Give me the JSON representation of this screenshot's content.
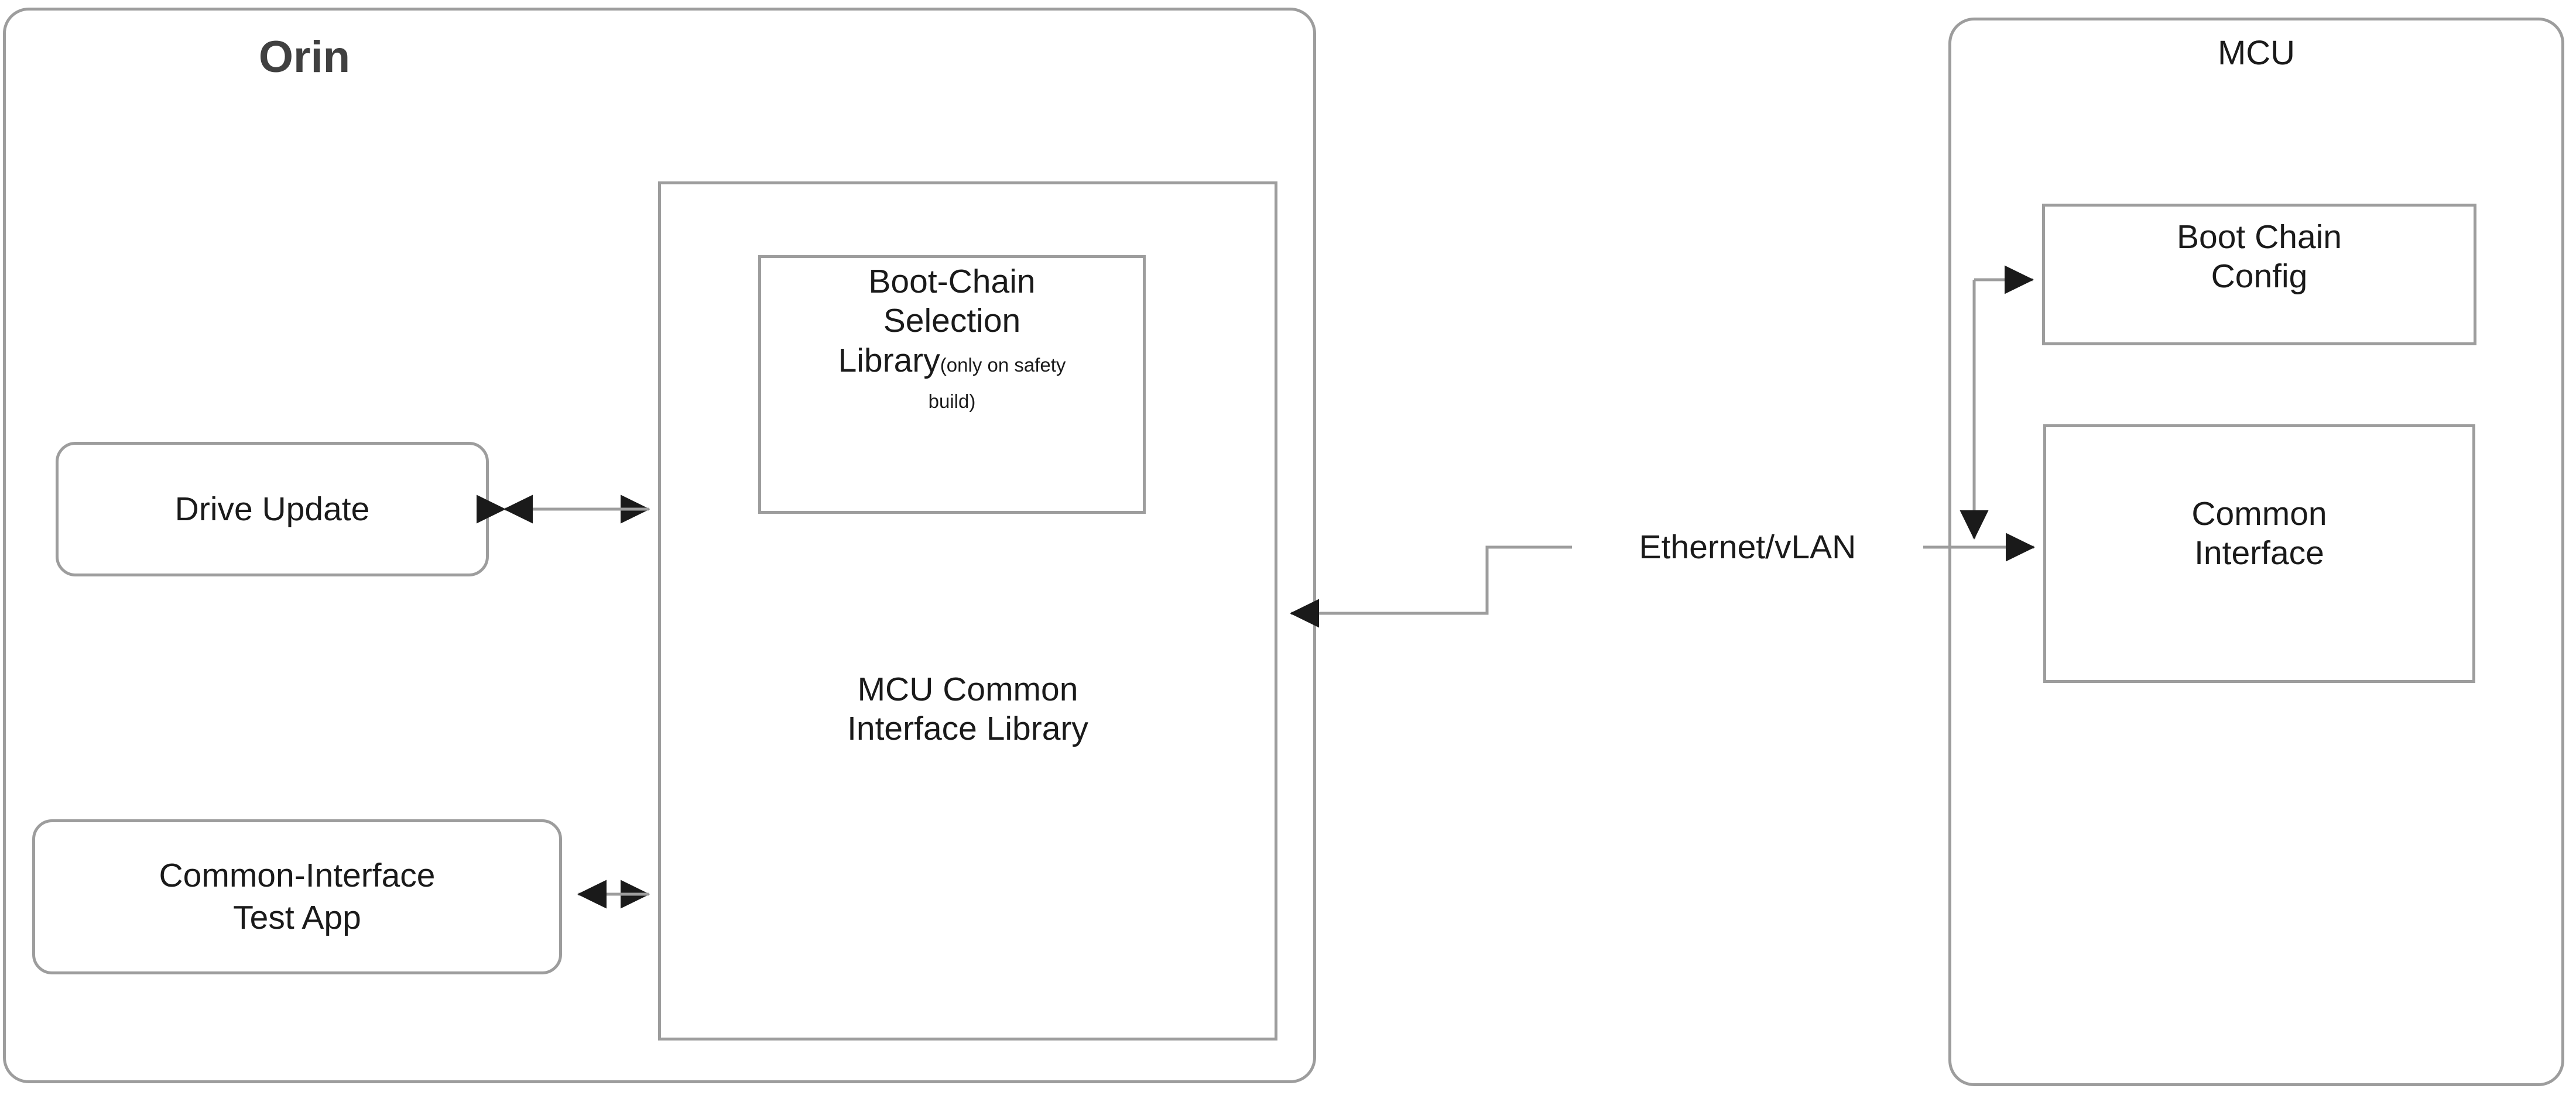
{
  "diagram": {
    "title": "Orin and MCU Common Interface block diagram",
    "line_color": "#9d9d9d",
    "arrow_color": "#1a1a1a",
    "text_color": "#1a1a1a",
    "title_color": "#404040",
    "background": "#ffffff"
  },
  "orin": {
    "title": "Orin",
    "library_box": {
      "label_line1": "MCU Common",
      "label_line2": "Interface Library"
    },
    "boot_chain_selection": {
      "line1": "Boot-Chain",
      "line2": "Selection",
      "line3": "Library",
      "note_line1": "(only on safety",
      "note_line2": "build)"
    },
    "external_apps": [
      {
        "label": "Drive Update"
      },
      {
        "label_line1": "Common-Interface",
        "label_line2": "Test App"
      }
    ]
  },
  "mcu": {
    "title": "MCU",
    "blocks": [
      {
        "line1": "Boot Chain",
        "line2": "Config"
      },
      {
        "line1": "Common",
        "line2": "Interface"
      }
    ]
  },
  "connections": {
    "link_label": "Ethernet/vLAN",
    "edges": [
      {
        "from": "Drive Update",
        "to": "MCU Common Interface Library",
        "arrow": "double"
      },
      {
        "from": "Common-Interface Test App",
        "to": "MCU Common Interface Library",
        "arrow": "double"
      },
      {
        "from": "MCU Common Interface",
        "to": "MCU Common Interface Library",
        "arrow": "single-left",
        "label": "Ethernet/vLAN"
      },
      {
        "from": "Ethernet/vLAN bus",
        "to": "Boot Chain Config",
        "arrow": "single-right"
      },
      {
        "from": "Ethernet/vLAN bus",
        "to": "Common Interface",
        "arrow": "single-right"
      }
    ]
  }
}
